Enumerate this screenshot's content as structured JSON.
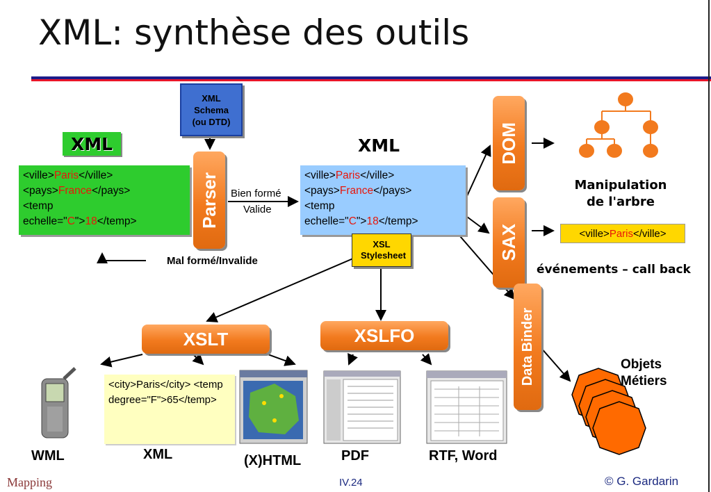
{
  "title": "XML: synthèse des outils",
  "xml_left_label": "XML",
  "xml_mid_label": "XML",
  "xml_code": {
    "l1_open": "<ville>",
    "l1_val": "Paris",
    "l1_close": "</ville>",
    "l2_open": "<pays>",
    "l2_val": "France",
    "l2_close": "</pays>",
    "l3": "<temp",
    "l4_a": "echelle=\"",
    "l4_val": "C",
    "l4_b": "\">",
    "l4_num": "18",
    "l4_close": "</temp>"
  },
  "schema_box": "XML Schema (ou DTD)",
  "parser": "Parser",
  "bien_forme": "Bien formé",
  "valide": "Valide",
  "mal_forme": "Mal formé/Invalide",
  "xsl_stylesheet": "XSL Stylesheet",
  "dom": "DOM",
  "sax": "SAX",
  "data_binder": "Data Binder",
  "manipulation": "Manipulation de l'arbre",
  "sax_out": {
    "open": "<ville>",
    "val": "Paris",
    "close": "</ville>"
  },
  "evenements": "événements – call back",
  "objets_metiers": "Objets Métiers",
  "xslt": "XSLT",
  "xslfo": "XSLFO",
  "city_code": "<city>Paris</city> <temp degree=\"F\">65</temp>",
  "outputs": {
    "wml": "WML",
    "xml": "XML",
    "xhtml": "(X)HTML",
    "pdf": "PDF",
    "rtf": "RTF, Word"
  },
  "footer": {
    "left": "Mapping",
    "center": "IV.24",
    "right": "© G. Gardarin"
  },
  "colors": {
    "orange": "#f27a1e",
    "green": "#2ecc2e",
    "blue_box": "#99ccff",
    "yellow": "#ffffc0",
    "navy_box": "#1a3fa0",
    "xsl_yellow": "#ffd700"
  }
}
